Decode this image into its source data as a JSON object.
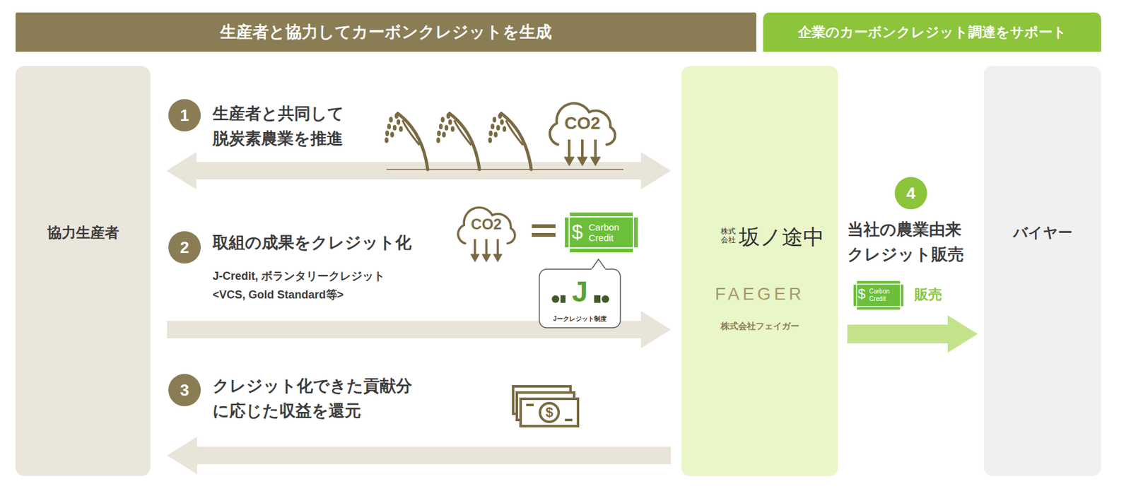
{
  "diagram": {
    "nodes": [
      {
        "text": [
          "生産者と協力してカーボンクレジットを生成"
        ]
      },
      {
        "text": [
          "企業のカーボンクレジット調達をサポート"
        ]
      },
      {
        "text": [
          "協力生産者"
        ]
      },
      {
        "text": [
          "株式会社",
          "坂ノ途中",
          "FAEGER",
          "株式会社フェイガー"
        ]
      },
      {
        "text": [
          "バイヤー"
        ]
      }
    ],
    "edges": [
      {
        "from": 2,
        "to": 3,
        "arrow": "both"
      },
      {
        "from": 2,
        "to": 3,
        "arrow": "to"
      },
      {
        "from": 3,
        "to": 2,
        "arrow": "to"
      },
      {
        "from": 3,
        "to": 4,
        "arrow": "to"
      }
    ],
    "labels": [
      "1",
      "生産者と共同して 脱炭素農業を推進",
      "CO2",
      "2",
      "取組の成果をクレジット化",
      "J-Credit, ボランタリークレジット <VCS, Gold Standard等>",
      "CO2",
      "$",
      "Carbon Credit",
      "J",
      "Jークレジット制度",
      "3",
      "クレジット化できた貢献分 に応じた収益を還元",
      "$",
      "4",
      "当社の農業由来 クレジット販売",
      "$",
      "Carbon Credit",
      "販売"
    ]
  }
}
